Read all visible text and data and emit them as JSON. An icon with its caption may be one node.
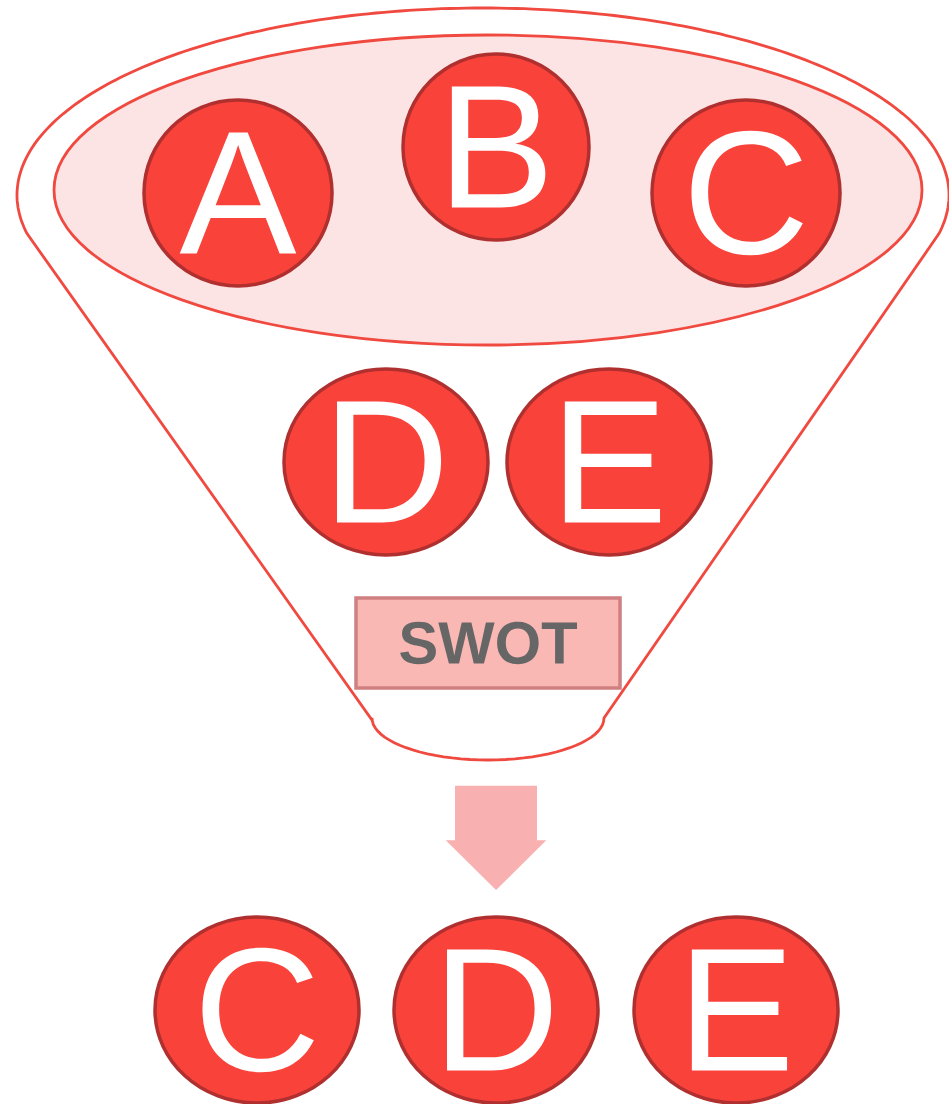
{
  "diagram": {
    "nodes": [
      {
        "text": [],
        "shape": "funnel"
      },
      {
        "text": [],
        "shape": "ellipse",
        "in": 0
      },
      {
        "text": [
          "A"
        ],
        "in": 1
      },
      {
        "text": [
          "B"
        ],
        "in": 1
      },
      {
        "text": [
          "C"
        ],
        "in": 1
      },
      {
        "text": [
          "D"
        ],
        "in": 0
      },
      {
        "text": [
          "E"
        ],
        "in": 0
      },
      {
        "text": [
          "SWOT"
        ],
        "in": 0
      },
      {
        "text": [
          "C"
        ]
      },
      {
        "text": [
          "D"
        ]
      },
      {
        "text": [
          "E"
        ]
      }
    ],
    "edges": [
      {
        "from": 0,
        "to": 9,
        "arrow": "to",
        "color": "#f9b0b0"
      }
    ]
  }
}
